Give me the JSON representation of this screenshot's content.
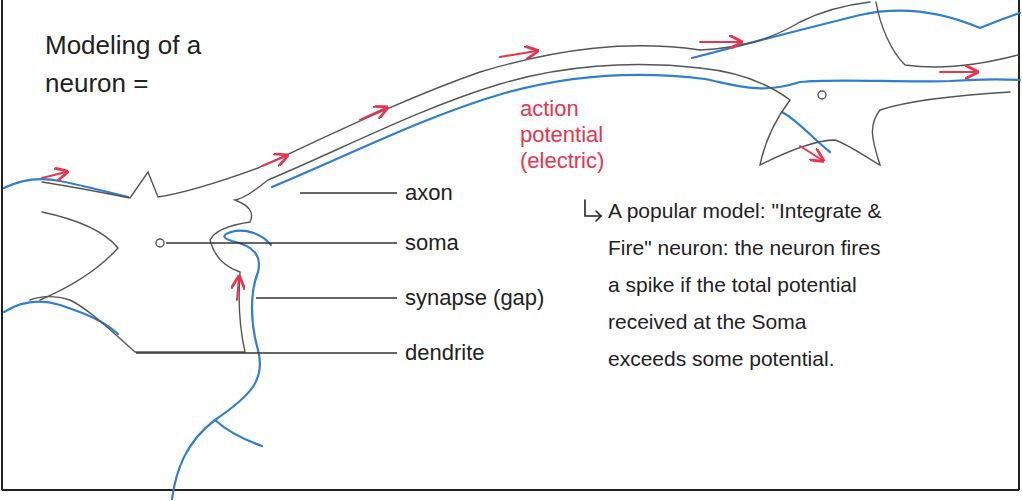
{
  "diagram": {
    "title": "Modeling of a neuron =",
    "labels": [
      "action potential (electric)",
      "axon",
      "soma",
      "synapse (gap)",
      "dendrite",
      "A popular model: \"Integrate & Fire\" neuron: the neuron fires a spike if the total potential received at the Soma exceeds some potential."
    ]
  }
}
